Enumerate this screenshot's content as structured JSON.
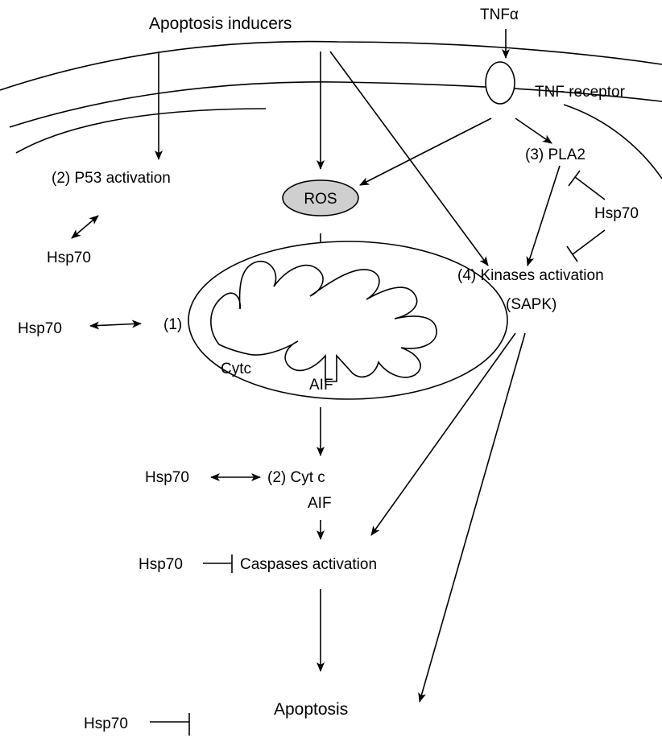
{
  "diagram": {
    "inducers_label": "Apoptosis inducers",
    "tnf_alpha_label": "TNFα",
    "tnf_receptor_label": "TNF receptor",
    "ros_label": "ROS",
    "p53_label": "(2)  P53 activation",
    "pla2_label": "(3)  PLA2",
    "kinases_label": "(4)  Kinases activation",
    "sapk_label": "(SAPK)",
    "mito_marker": "(1)",
    "cytc_inner_label": "Cytc",
    "aif_inner_label": "AIF",
    "cytc_release_label": "(2) Cyt c",
    "aif_release_label": "AIF",
    "caspases_label": "Caspases activation",
    "apoptosis_label": "Apoptosis",
    "hsp70": {
      "p53": "Hsp70",
      "mito": "Hsp70",
      "pla2": "Hsp70",
      "cytc": "Hsp70",
      "caspases": "Hsp70",
      "apoptosis": "Hsp70"
    },
    "colors": {
      "ros_fill": "#cfcfcf",
      "line": "#000000"
    }
  }
}
